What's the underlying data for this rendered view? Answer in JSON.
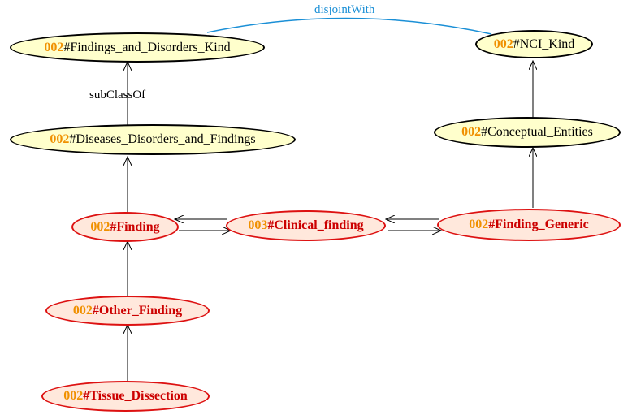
{
  "colors": {
    "prefix": "#f09000",
    "yellow_fill": "#ffffcc",
    "red_fill": "#ffe8dc",
    "red_stroke": "#dd1111",
    "red_text": "#cc0000",
    "disjoint_edge": "#1a8fd6"
  },
  "nodes": {
    "findings_disorders_kind": {
      "prefix": "002",
      "name": "#Findings_and_Disorders_Kind",
      "style": "yellow"
    },
    "nci_kind": {
      "prefix": "002",
      "name": "#NCI_Kind",
      "style": "yellow"
    },
    "diseases_disorders_findings": {
      "prefix": "002",
      "name": "#Diseases_Disorders_and_Findings",
      "style": "yellow"
    },
    "conceptual_entities": {
      "prefix": "002",
      "name": "#Conceptual_Entities",
      "style": "yellow"
    },
    "finding": {
      "prefix": "002",
      "name": "#Finding",
      "style": "red"
    },
    "clinical_finding": {
      "prefix": "003",
      "name": "#Clinical_finding",
      "style": "red"
    },
    "finding_generic": {
      "prefix": "002",
      "name": "#Finding_Generic",
      "style": "red"
    },
    "other_finding": {
      "prefix": "002",
      "name": "#Other_Finding",
      "style": "red"
    },
    "tissue_dissection": {
      "prefix": "002",
      "name": "#Tissue_Dissection",
      "style": "red"
    }
  },
  "edge_labels": {
    "disjoint": "disjointWith",
    "subclass": "subClassOf"
  }
}
